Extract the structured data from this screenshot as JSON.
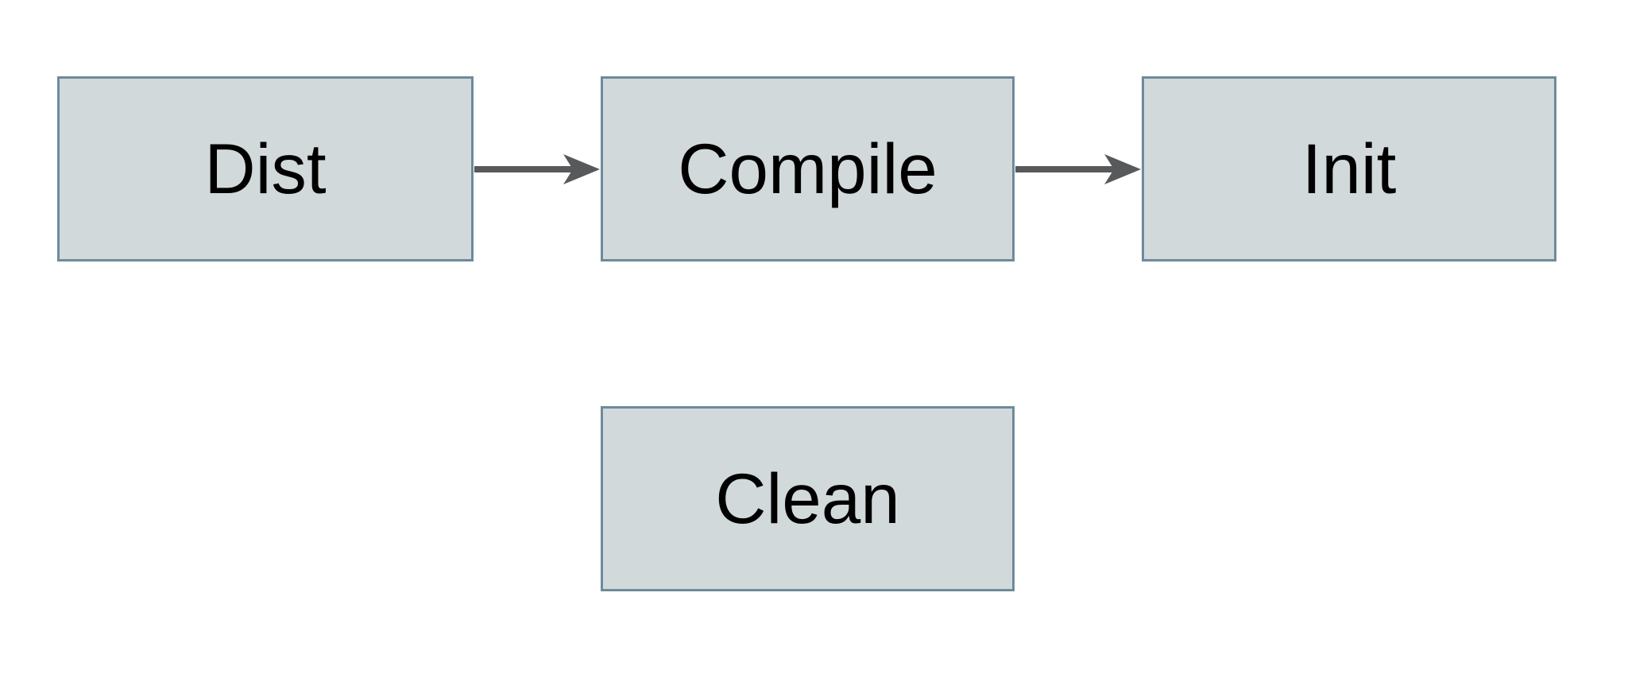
{
  "diagram": {
    "palette": {
      "background": "#ffffff",
      "node_fill": "#d2d9db",
      "node_border": "#6e8b99",
      "arrow_color": "#58595b",
      "text_color": "#000000"
    },
    "nodes": [
      {
        "id": "dist",
        "label": "Dist"
      },
      {
        "id": "compile",
        "label": "Compile"
      },
      {
        "id": "init",
        "label": "Init"
      },
      {
        "id": "clean",
        "label": "Clean"
      }
    ],
    "edges": [
      {
        "from": "Dist",
        "to": "Compile",
        "type": "arrow"
      },
      {
        "from": "Compile",
        "to": "Init",
        "type": "arrow"
      }
    ]
  }
}
